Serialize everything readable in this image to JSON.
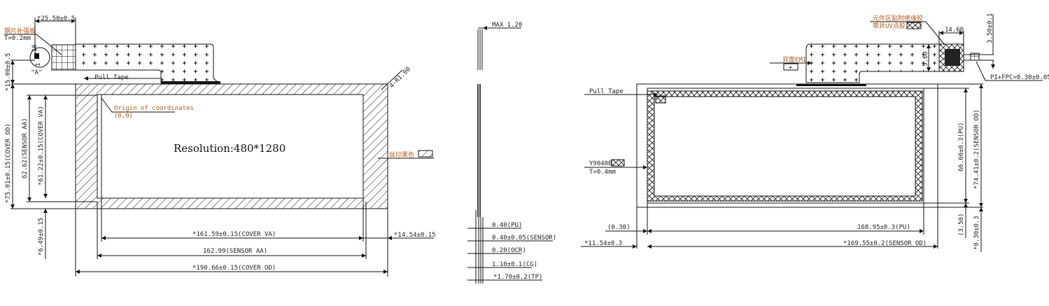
{
  "front_view": {
    "resolution": "Resolution:480*1280",
    "stiffener_label": "钢片补强板",
    "stiffener_thickness": "T=0.2mm",
    "detail_label": "\"A\"",
    "pin_1": "1",
    "pin_16": "16",
    "pull_tape": "Pull Tape",
    "origin_label": "Origin of coordinates",
    "origin_value": "(0,0)",
    "corner_radius": "4-R1.00",
    "silkscreen_label": "丝印黑色",
    "dim_fpc_width": "*25.50±0.5",
    "dim_fpc_length": "*15.00±0.5",
    "dim_cover_od_h": "*75.01±0.15(COVER OD)",
    "dim_sensor_aa_h": "62.62(SENSOR AA)",
    "dim_cover_va_h": "*61.22±0.15(COVER VA)",
    "dim_bottom_offset": "*6.49±0.15",
    "dim_cover_va_w": "*161.59±0.15(COVER VA)",
    "dim_right_offset": "*14.54±0.15",
    "dim_sensor_aa_w": "162.99(SENSOR AA)",
    "dim_cover_od_w": "*190.66±0.15(COVER OD)"
  },
  "side_view": {
    "max_thickness": "MAX 1.20",
    "layers": [
      "0.40(PU)",
      "0.40±0.05(SENSOR)",
      "0.20(OCR)",
      "1.10±0.1(CG)",
      "*1.70±0.2(TP)"
    ]
  },
  "back_view": {
    "component_label_1": "元件区贴附绝缘胶",
    "component_label_2": "带并UV点胶",
    "emi_label": "双面EMI",
    "pull_tape": "Pull Tape",
    "foam_label": "Y9040B",
    "foam_thickness": "T=0.4mm",
    "dim_stiffener_w": "14.60",
    "dim_stiffener_h": "5.60",
    "dim_tail": "3.50±0.1",
    "pi_fpc": "PI+FPC=0.30±0.05",
    "dim_pu_h": "66.60±0.3(PU)",
    "dim_sensor_od_h": "*74.41±0.2(SENSOR OD)",
    "dim_bottom_350": "(3.50)",
    "dim_bottom_030": "*0.30±0.3",
    "dim_left_030": "(0.30)",
    "dim_pu_w": "168.95±0.3(PU)",
    "dim_left_offset": "*11.54±0.3",
    "dim_sensor_od_w": "*169.55±0.2(SENSOR OD)"
  }
}
